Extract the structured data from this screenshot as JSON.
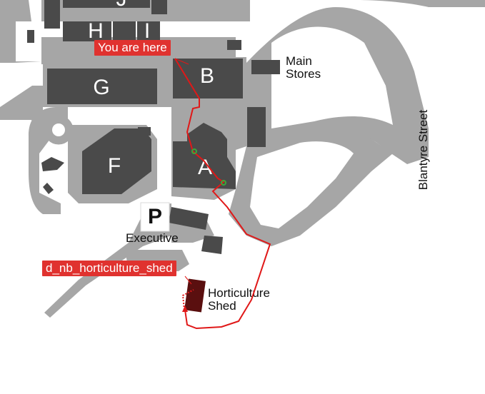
{
  "map": {
    "colors": {
      "path": "#a6a6a6",
      "building": "#4a4a4a",
      "highlight_building": "#5a0f0f",
      "route": "#e01818",
      "tag_bg": "#e0322f",
      "waypoint": "#3aa83a"
    },
    "buildings": {
      "J": "J",
      "H": "H",
      "I": "I",
      "G": "G",
      "B": "B",
      "F": "F",
      "A": "A"
    },
    "labels": {
      "main_stores_line1": "Main",
      "main_stores_line2": "Stores",
      "street": "Blantyre Street",
      "executive": "Executive",
      "parking_symbol": "P",
      "shed_line1": "Horticulture",
      "shed_line2": "Shed"
    },
    "tags": {
      "you_are_here": "You are here",
      "destination": "d_nb_horticulture_shed"
    },
    "icons": {
      "parking": "parking-icon",
      "waypoint": "waypoint-marker-icon",
      "destination": "destination-arrow-icon"
    }
  }
}
